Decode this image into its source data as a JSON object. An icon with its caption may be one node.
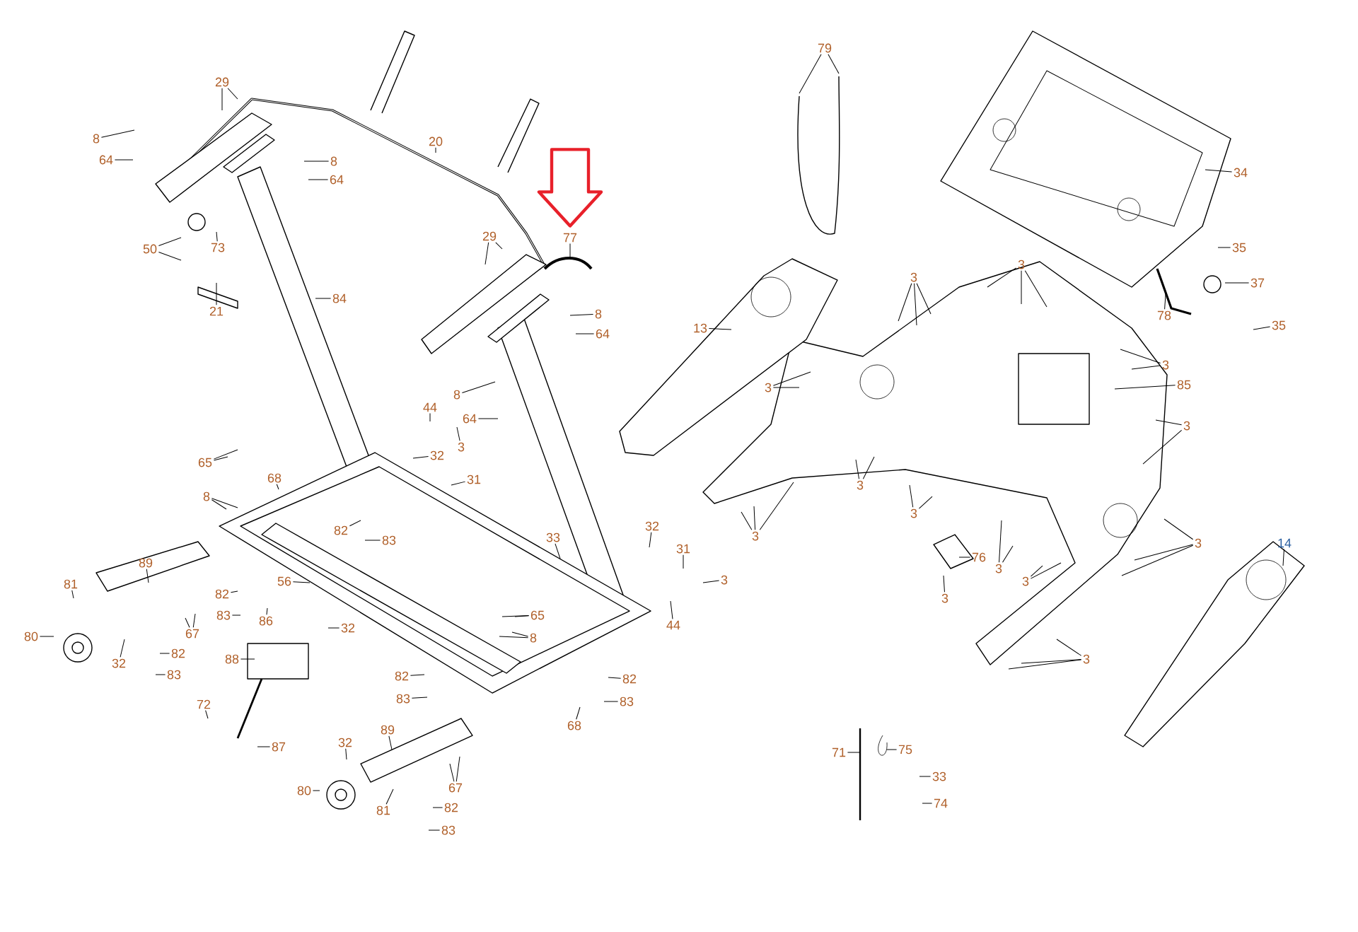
{
  "diagram": {
    "nodes": [
      {
        "text": [
          "79"
        ]
      },
      {
        "text": [
          "29"
        ]
      },
      {
        "text": [
          "8"
        ]
      },
      {
        "text": [
          "20"
        ]
      },
      {
        "text": [
          "64"
        ]
      },
      {
        "text": [
          "8"
        ]
      },
      {
        "text": [
          "34"
        ]
      },
      {
        "text": [
          "64"
        ]
      },
      {
        "text": [
          "29"
        ]
      },
      {
        "text": [
          "77"
        ]
      },
      {
        "text": [
          "50"
        ]
      },
      {
        "text": [
          "73"
        ]
      },
      {
        "text": [
          "35"
        ]
      },
      {
        "text": [
          "3"
        ]
      },
      {
        "text": [
          "37"
        ]
      },
      {
        "text": [
          "3"
        ]
      },
      {
        "text": [
          "84"
        ]
      },
      {
        "text": [
          "35"
        ]
      },
      {
        "text": [
          "21"
        ]
      },
      {
        "text": [
          "8"
        ]
      },
      {
        "text": [
          "78"
        ]
      },
      {
        "text": [
          "13"
        ]
      },
      {
        "text": [
          "64"
        ]
      },
      {
        "text": [
          "3"
        ]
      },
      {
        "text": [
          "85"
        ]
      },
      {
        "text": [
          "3"
        ]
      },
      {
        "text": [
          "8"
        ]
      },
      {
        "text": [
          "44"
        ]
      },
      {
        "text": [
          "64"
        ]
      },
      {
        "text": [
          "3"
        ]
      },
      {
        "text": [
          "3"
        ]
      },
      {
        "text": [
          "32"
        ]
      },
      {
        "text": [
          "65"
        ]
      },
      {
        "text": [
          "68"
        ]
      },
      {
        "text": [
          "31"
        ]
      },
      {
        "text": [
          "3"
        ]
      },
      {
        "text": [
          "8"
        ]
      },
      {
        "text": [
          "3"
        ]
      },
      {
        "text": [
          "32"
        ]
      },
      {
        "text": [
          "82"
        ]
      },
      {
        "text": [
          "3"
        ]
      },
      {
        "text": [
          "33"
        ]
      },
      {
        "text": [
          "83"
        ]
      },
      {
        "text": [
          "3"
        ]
      },
      {
        "text": [
          "14"
        ]
      },
      {
        "text": [
          "31"
        ]
      },
      {
        "text": [
          "76"
        ]
      },
      {
        "text": [
          "89"
        ]
      },
      {
        "text": [
          "3"
        ]
      },
      {
        "text": [
          "3"
        ]
      },
      {
        "text": [
          "3"
        ]
      },
      {
        "text": [
          "81"
        ]
      },
      {
        "text": [
          "56"
        ]
      },
      {
        "text": [
          "82"
        ]
      },
      {
        "text": [
          "3"
        ]
      },
      {
        "text": [
          "65"
        ]
      },
      {
        "text": [
          "83"
        ]
      },
      {
        "text": [
          "86"
        ]
      },
      {
        "text": [
          "44"
        ]
      },
      {
        "text": [
          "32"
        ]
      },
      {
        "text": [
          "67"
        ]
      },
      {
        "text": [
          "80"
        ]
      },
      {
        "text": [
          "8"
        ]
      },
      {
        "text": [
          "82"
        ]
      },
      {
        "text": [
          "88"
        ]
      },
      {
        "text": [
          "3"
        ]
      },
      {
        "text": [
          "32"
        ]
      },
      {
        "text": [
          "83"
        ]
      },
      {
        "text": [
          "82"
        ]
      },
      {
        "text": [
          "82"
        ]
      },
      {
        "text": [
          "83"
        ]
      },
      {
        "text": [
          "83"
        ]
      },
      {
        "text": [
          "72"
        ]
      },
      {
        "text": [
          "68"
        ]
      },
      {
        "text": [
          "89"
        ]
      },
      {
        "text": [
          "32"
        ]
      },
      {
        "text": [
          "87"
        ]
      },
      {
        "text": [
          "75"
        ]
      },
      {
        "text": [
          "71"
        ]
      },
      {
        "text": [
          "33"
        ]
      },
      {
        "text": [
          "67"
        ]
      },
      {
        "text": [
          "80"
        ]
      },
      {
        "text": [
          "82"
        ]
      },
      {
        "text": [
          "81"
        ]
      },
      {
        "text": [
          "74"
        ]
      },
      {
        "text": [
          "83"
        ]
      }
    ],
    "edges": [
      {
        "from": 0,
        "to": null,
        "arrow": "none"
      },
      {
        "from": 0,
        "to": null,
        "arrow": "none"
      },
      {
        "from": 1,
        "to": null,
        "arrow": "none"
      },
      {
        "from": 1,
        "to": null,
        "arrow": "none"
      },
      {
        "from": 2,
        "to": null,
        "arrow": "none"
      },
      {
        "from": 3,
        "to": null,
        "arrow": "none"
      },
      {
        "from": 4,
        "to": null,
        "arrow": "none"
      },
      {
        "from": 5,
        "to": null,
        "arrow": "none"
      },
      {
        "from": 6,
        "to": null,
        "arrow": "none"
      },
      {
        "from": 7,
        "to": null,
        "arrow": "none"
      },
      {
        "from": 8,
        "to": null,
        "arrow": "none"
      },
      {
        "from": 8,
        "to": null,
        "arrow": "none"
      },
      {
        "from": 9,
        "to": null,
        "arrow": "none"
      },
      {
        "from": 10,
        "to": null,
        "arrow": "none"
      },
      {
        "from": 10,
        "to": null,
        "arrow": "none"
      },
      {
        "from": 11,
        "to": null,
        "arrow": "none"
      },
      {
        "from": 12,
        "to": null,
        "arrow": "none"
      },
      {
        "from": 13,
        "to": null,
        "arrow": "none"
      },
      {
        "from": 13,
        "to": null,
        "arrow": "none"
      },
      {
        "from": 13,
        "to": null,
        "arrow": "none"
      },
      {
        "from": 14,
        "to": null,
        "arrow": "none"
      },
      {
        "from": 15,
        "to": null,
        "arrow": "none"
      },
      {
        "from": 15,
        "to": null,
        "arrow": "none"
      },
      {
        "from": 15,
        "to": null,
        "arrow": "none"
      },
      {
        "from": 16,
        "to": null,
        "arrow": "none"
      },
      {
        "from": 17,
        "to": null,
        "arrow": "none"
      },
      {
        "from": 18,
        "to": null,
        "arrow": "none"
      },
      {
        "from": 19,
        "to": null,
        "arrow": "none"
      },
      {
        "from": 20,
        "to": null,
        "arrow": "none"
      },
      {
        "from": 21,
        "to": null,
        "arrow": "none"
      },
      {
        "from": 22,
        "to": null,
        "arrow": "none"
      },
      {
        "from": 23,
        "to": null,
        "arrow": "none"
      },
      {
        "from": 23,
        "to": null,
        "arrow": "none"
      },
      {
        "from": 24,
        "to": null,
        "arrow": "none"
      },
      {
        "from": 25,
        "to": null,
        "arrow": "none"
      },
      {
        "from": 25,
        "to": null,
        "arrow": "none"
      },
      {
        "from": 26,
        "to": null,
        "arrow": "none"
      },
      {
        "from": 27,
        "to": null,
        "arrow": "none"
      },
      {
        "from": 28,
        "to": null,
        "arrow": "none"
      },
      {
        "from": 29,
        "to": null,
        "arrow": "none"
      },
      {
        "from": 29,
        "to": null,
        "arrow": "none"
      },
      {
        "from": 30,
        "to": null,
        "arrow": "none"
      },
      {
        "from": 31,
        "to": null,
        "arrow": "none"
      },
      {
        "from": 32,
        "to": null,
        "arrow": "none"
      },
      {
        "from": 32,
        "to": null,
        "arrow": "none"
      },
      {
        "from": 33,
        "to": null,
        "arrow": "none"
      },
      {
        "from": 34,
        "to": null,
        "arrow": "none"
      },
      {
        "from": 35,
        "to": null,
        "arrow": "none"
      },
      {
        "from": 35,
        "to": null,
        "arrow": "none"
      },
      {
        "from": 36,
        "to": null,
        "arrow": "none"
      },
      {
        "from": 36,
        "to": null,
        "arrow": "none"
      },
      {
        "from": 37,
        "to": null,
        "arrow": "none"
      },
      {
        "from": 37,
        "to": null,
        "arrow": "none"
      },
      {
        "from": 38,
        "to": null,
        "arrow": "none"
      },
      {
        "from": 39,
        "to": null,
        "arrow": "none"
      },
      {
        "from": 40,
        "to": null,
        "arrow": "none"
      },
      {
        "from": 40,
        "to": null,
        "arrow": "none"
      },
      {
        "from": 40,
        "to": null,
        "arrow": "none"
      },
      {
        "from": 41,
        "to": null,
        "arrow": "none"
      },
      {
        "from": 42,
        "to": null,
        "arrow": "none"
      },
      {
        "from": 43,
        "to": null,
        "arrow": "none"
      },
      {
        "from": 43,
        "to": null,
        "arrow": "none"
      },
      {
        "from": 43,
        "to": null,
        "arrow": "none"
      },
      {
        "from": 44,
        "to": null,
        "arrow": "none"
      },
      {
        "from": 45,
        "to": null,
        "arrow": "none"
      },
      {
        "from": 46,
        "to": null,
        "arrow": "none"
      },
      {
        "from": 47,
        "to": null,
        "arrow": "none"
      },
      {
        "from": 48,
        "to": null,
        "arrow": "none"
      },
      {
        "from": 48,
        "to": null,
        "arrow": "none"
      },
      {
        "from": 49,
        "to": null,
        "arrow": "none"
      },
      {
        "from": 50,
        "to": null,
        "arrow": "none"
      },
      {
        "from": 50,
        "to": null,
        "arrow": "none"
      },
      {
        "from": 51,
        "to": null,
        "arrow": "none"
      },
      {
        "from": 52,
        "to": null,
        "arrow": "none"
      },
      {
        "from": 53,
        "to": null,
        "arrow": "none"
      },
      {
        "from": 54,
        "to": null,
        "arrow": "none"
      },
      {
        "from": 55,
        "to": null,
        "arrow": "none"
      },
      {
        "from": 55,
        "to": null,
        "arrow": "none"
      },
      {
        "from": 56,
        "to": null,
        "arrow": "none"
      },
      {
        "from": 57,
        "to": null,
        "arrow": "none"
      },
      {
        "from": 58,
        "to": null,
        "arrow": "none"
      },
      {
        "from": 59,
        "to": null,
        "arrow": "none"
      },
      {
        "from": 60,
        "to": null,
        "arrow": "none"
      },
      {
        "from": 60,
        "to": null,
        "arrow": "none"
      },
      {
        "from": 61,
        "to": null,
        "arrow": "none"
      },
      {
        "from": 62,
        "to": null,
        "arrow": "none"
      },
      {
        "from": 62,
        "to": null,
        "arrow": "none"
      },
      {
        "from": 63,
        "to": null,
        "arrow": "none"
      },
      {
        "from": 64,
        "to": null,
        "arrow": "none"
      },
      {
        "from": 65,
        "to": null,
        "arrow": "none"
      },
      {
        "from": 65,
        "to": null,
        "arrow": "none"
      },
      {
        "from": 65,
        "to": null,
        "arrow": "none"
      },
      {
        "from": 66,
        "to": null,
        "arrow": "none"
      },
      {
        "from": 67,
        "to": null,
        "arrow": "none"
      },
      {
        "from": 68,
        "to": null,
        "arrow": "none"
      },
      {
        "from": 69,
        "to": null,
        "arrow": "none"
      },
      {
        "from": 70,
        "to": null,
        "arrow": "none"
      },
      {
        "from": 71,
        "to": null,
        "arrow": "none"
      },
      {
        "from": 72,
        "to": null,
        "arrow": "none"
      },
      {
        "from": 73,
        "to": null,
        "arrow": "none"
      },
      {
        "from": 74,
        "to": null,
        "arrow": "none"
      },
      {
        "from": 75,
        "to": null,
        "arrow": "none"
      },
      {
        "from": 76,
        "to": null,
        "arrow": "none"
      },
      {
        "from": 77,
        "to": null,
        "arrow": "none"
      },
      {
        "from": 78,
        "to": null,
        "arrow": "none"
      },
      {
        "from": 79,
        "to": null,
        "arrow": "none"
      },
      {
        "from": 80,
        "to": null,
        "arrow": "none"
      },
      {
        "from": 80,
        "to": null,
        "arrow": "none"
      },
      {
        "from": 81,
        "to": null,
        "arrow": "none"
      },
      {
        "from": 82,
        "to": null,
        "arrow": "none"
      },
      {
        "from": 83,
        "to": null,
        "arrow": "none"
      },
      {
        "from": 84,
        "to": null,
        "arrow": "none"
      },
      {
        "from": 85,
        "to": null,
        "arrow": "none"
      },
      {
        "from": null,
        "to": 9,
        "arrow": "to",
        "style": "thick",
        "color": "#e8202a"
      }
    ]
  }
}
